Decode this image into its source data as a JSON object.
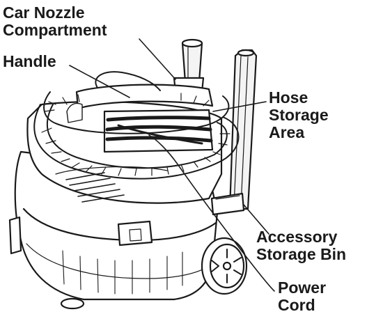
{
  "labels": {
    "car_nozzle": [
      "Car Nozzle",
      "Compartment"
    ],
    "handle": [
      "Handle"
    ],
    "hose_storage": [
      "Hose",
      "Storage",
      "Area"
    ],
    "accessory_bin": [
      "Accessory",
      "Storage Bin"
    ],
    "power_cord": [
      "Power",
      "Cord"
    ]
  },
  "colors": {
    "ink": "#1a1a1a",
    "body_fill": "#ffffff",
    "shade": "#e8e8e8"
  }
}
